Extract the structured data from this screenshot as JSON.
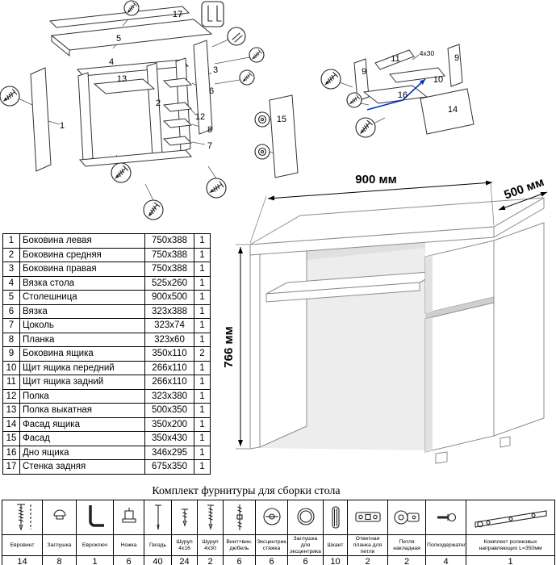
{
  "main_diagram": {
    "labels": {
      "n1": "1",
      "n2": "2",
      "n3": "3",
      "n4": "4",
      "n5": "5",
      "n6": "6",
      "n7": "7",
      "n8": "8",
      "n12": "12",
      "n13": "13",
      "n15": "15",
      "n17": "17"
    }
  },
  "drawer_diagram": {
    "labels": {
      "n9a": "9",
      "n9b": "9",
      "n10": "10",
      "n11": "11",
      "n14": "14",
      "n16": "16"
    },
    "screw_size_label": "4x30"
  },
  "desk_view": {
    "width_label": "900 мм",
    "depth_label": "500 мм",
    "height_label": "766 мм"
  },
  "parts_table": {
    "rows": [
      {
        "num": "1",
        "name": "Боковина левая",
        "size": "750x388",
        "qty": "1"
      },
      {
        "num": "2",
        "name": "Боковина средняя",
        "size": "750x388",
        "qty": "1"
      },
      {
        "num": "3",
        "name": "Боковина правая",
        "size": "750x388",
        "qty": "1"
      },
      {
        "num": "4",
        "name": "Вязка стола",
        "size": "525x260",
        "qty": "1"
      },
      {
        "num": "5",
        "name": "Столешница",
        "size": "900x500",
        "qty": "1"
      },
      {
        "num": "6",
        "name": "Вязка",
        "size": "323x388",
        "qty": "1"
      },
      {
        "num": "7",
        "name": "Цоколь",
        "size": "323x74",
        "qty": "1"
      },
      {
        "num": "8",
        "name": "Планка",
        "size": "323x60",
        "qty": "1"
      },
      {
        "num": "9",
        "name": "Боковина ящика",
        "size": "350x110",
        "qty": "2"
      },
      {
        "num": "10",
        "name": "Щит ящика передний",
        "size": "266x110",
        "qty": "1"
      },
      {
        "num": "11",
        "name": "Щит ящика задний",
        "size": "266x110",
        "qty": "1"
      },
      {
        "num": "12",
        "name": "Полка",
        "size": "323x380",
        "qty": "1"
      },
      {
        "num": "13",
        "name": "Полка выкатная",
        "size": "500x350",
        "qty": "1"
      },
      {
        "num": "14",
        "name": "Фасад ящика",
        "size": "350x200",
        "qty": "1"
      },
      {
        "num": "15",
        "name": "Фасад",
        "size": "350x430",
        "qty": "1"
      },
      {
        "num": "16",
        "name": "Дно ящика",
        "size": "346x295",
        "qty": "1"
      },
      {
        "num": "17",
        "name": "Стенка задняя",
        "size": "675x350",
        "qty": "1"
      }
    ]
  },
  "hardware": {
    "title": "Комплект фурнитуры для сборки стола",
    "items": [
      {
        "name": "Евровинт",
        "qty": "14",
        "icon": "confirmat-screw-icon"
      },
      {
        "name": "Заглушка",
        "qty": "8",
        "icon": "plug-cap-icon"
      },
      {
        "name": "Евроключ",
        "qty": "1",
        "icon": "hex-key-icon"
      },
      {
        "name": "Ножка",
        "qty": "6",
        "icon": "furniture-foot-icon"
      },
      {
        "name": "Гвоздь",
        "qty": "40",
        "icon": "nail-icon"
      },
      {
        "name": "Шуруп 4x16",
        "qty": "24",
        "icon": "screw-short-icon"
      },
      {
        "name": "Шуруп 4x30",
        "qty": "2",
        "icon": "screw-long-icon"
      },
      {
        "name": "Винт+вин. дюбель",
        "qty": "6",
        "icon": "dowel-screw-icon"
      },
      {
        "name": "Эксцентрик. стяжка",
        "qty": "6",
        "icon": "cam-lock-icon"
      },
      {
        "name": "Заглушка для эксцентрика",
        "qty": "6",
        "icon": "cam-cap-icon"
      },
      {
        "name": "Шкант",
        "qty": "10",
        "icon": "wooden-dowel-icon"
      },
      {
        "name": "Ответная планка для петли",
        "qty": "2",
        "icon": "hinge-plate-icon"
      },
      {
        "name": "Петля накладная",
        "qty": "2",
        "icon": "hinge-icon"
      },
      {
        "name": "Полкодержатель",
        "qty": "4",
        "icon": "shelf-support-icon"
      },
      {
        "name": "Комплект роликовых направляющих L=350мм",
        "qty": "1",
        "icon": "drawer-slides-icon"
      }
    ]
  }
}
